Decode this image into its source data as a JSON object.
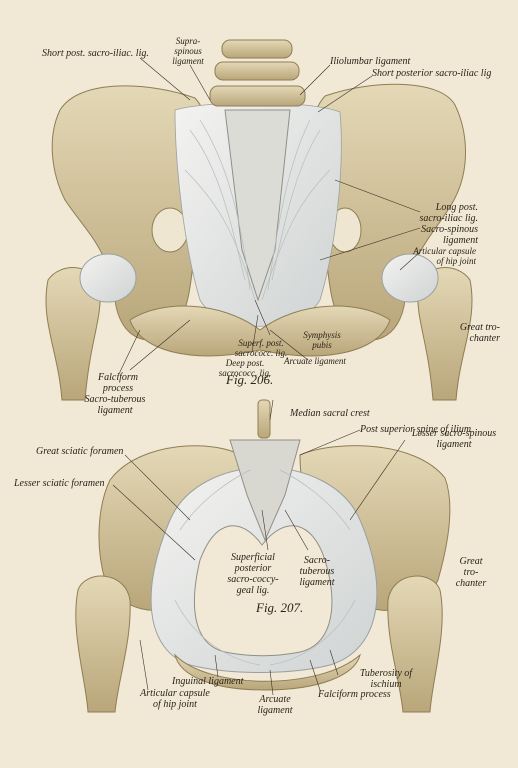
{
  "figures": [
    {
      "id": "fig206",
      "caption": "Fig. 206."
    },
    {
      "id": "fig207",
      "caption": "Fig. 207."
    }
  ],
  "labels_fig206": {
    "short_post_sacro_iliac": "Short post. sacro-iliac. lig.",
    "supraspinous_1": "Supra-",
    "supraspinous_2": "spinous",
    "supraspinous_3": "ligament",
    "iliolumbar": "Iliolumbar ligament",
    "short_posterior_sacro_iliac": "Short posterior sacro-iliac lig",
    "long_post_1": "Long post.",
    "long_post_2": "sacro-iliac lig.",
    "sacro_spinous_1": "Sacro-spinous",
    "sacro_spinous_2": "ligament",
    "articular_capsule_1": "Articular capsule",
    "articular_capsule_2": "of hip joint",
    "great_trochanter_1": "Great tro-",
    "great_trochanter_2": "chanter",
    "falciform_1": "Falciform",
    "falciform_2": "process",
    "sacro_tuberous_1": "Sacro-tuberous",
    "sacro_tuberous_2": "ligament",
    "superf_post_1": "Superf. post.",
    "superf_post_2": "sacrococc. lig.",
    "deep_post_1": "Deep post.",
    "deep_post_2": "sacrococc. lig.",
    "symphysis_1": "Symphysis",
    "symphysis_2": "pubis",
    "arcuate": "Arcuate ligament"
  },
  "labels_fig207": {
    "median_sacral_crest": "Median sacral crest",
    "post_superior_spine": "Post superior spine of ilium",
    "great_sciatic_foramen": "Great sciatic foramen",
    "lesser_sacro_spinous_1": "Lesser sacro-spinous",
    "lesser_sacro_spinous_2": "ligament",
    "lesser_sciatic_foramen": "Lesser sciatic foramen",
    "great_trochanter_1": "Great",
    "great_trochanter_2": "tro-",
    "great_trochanter_3": "chanter",
    "superficial_1": "Superficial",
    "superficial_2": "posterior",
    "superficial_3": "sacro-coccy-",
    "superficial_4": "geal lig.",
    "sacro_tuberous_1": "Sacro-",
    "sacro_tuberous_2": "tuberous",
    "sacro_tuberous_3": "ligament",
    "inguinal": "Inguinal ligament",
    "articular_capsule_1": "Articular capsule",
    "articular_capsule_2": "of hip joint",
    "arcuate_1": "Arcuate",
    "arcuate_2": "ligament",
    "tuberosity_1": "Tuberosity of",
    "tuberosity_2": "ischium",
    "falciform": "Falciform process"
  },
  "colors": {
    "paper": "#f1e9d6",
    "bone": "#d6c7a0",
    "bone_shadow": "#a8966a",
    "ligament": "#e6e8e8",
    "ink": "#2a2216"
  }
}
